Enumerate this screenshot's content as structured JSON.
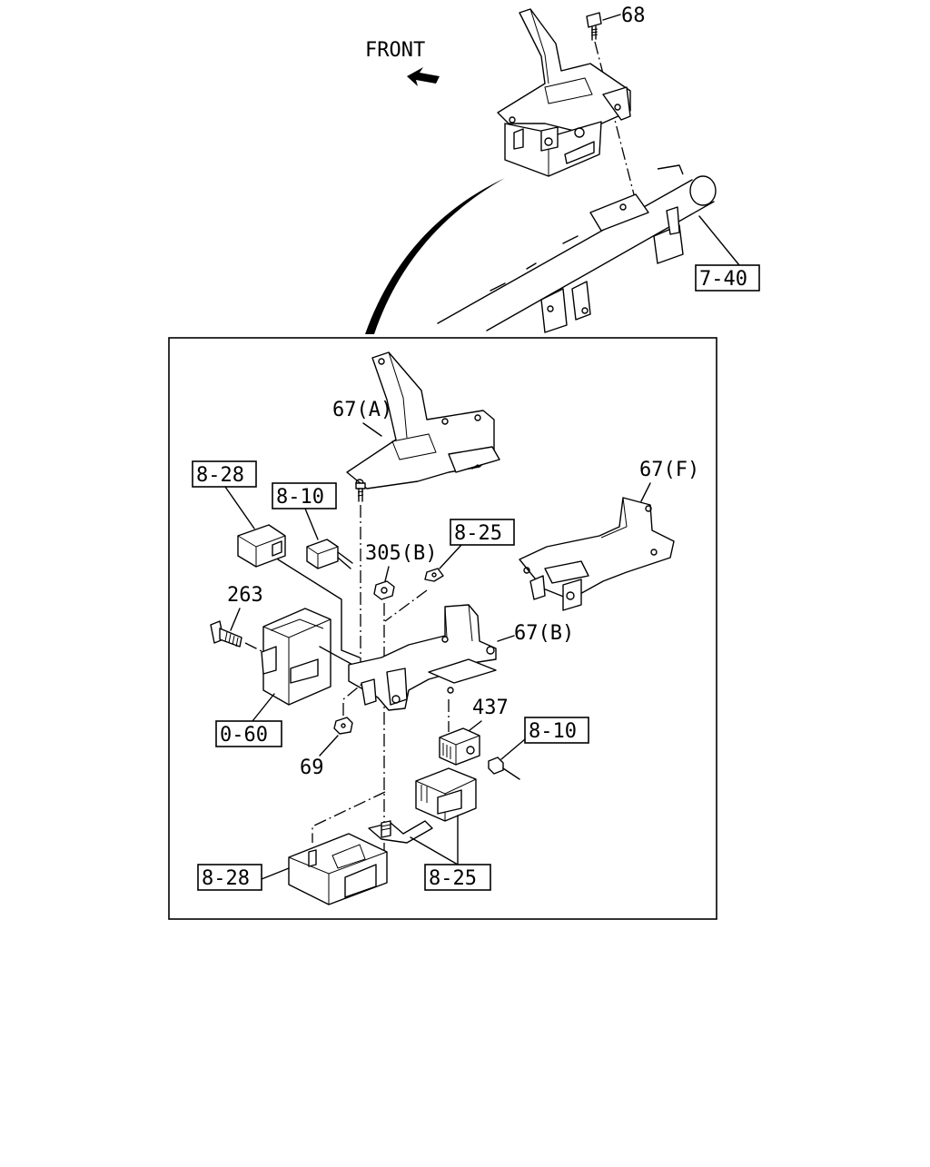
{
  "direction_label": "FRONT",
  "labels": {
    "c68": "68",
    "c67a": "67(A)",
    "c67f": "67(F)",
    "c67b": "67(B)",
    "c305b": "305(B)",
    "c263": "263",
    "c437": "437",
    "c69": "69"
  },
  "ref_boxes": {
    "r740": "7-40",
    "r828_top": "8-28",
    "r810_top": "8-10",
    "r825_top": "8-25",
    "r060": "0-60",
    "r810_right": "8-10",
    "r828_bottom": "8-28",
    "r825_bottom": "8-25"
  }
}
